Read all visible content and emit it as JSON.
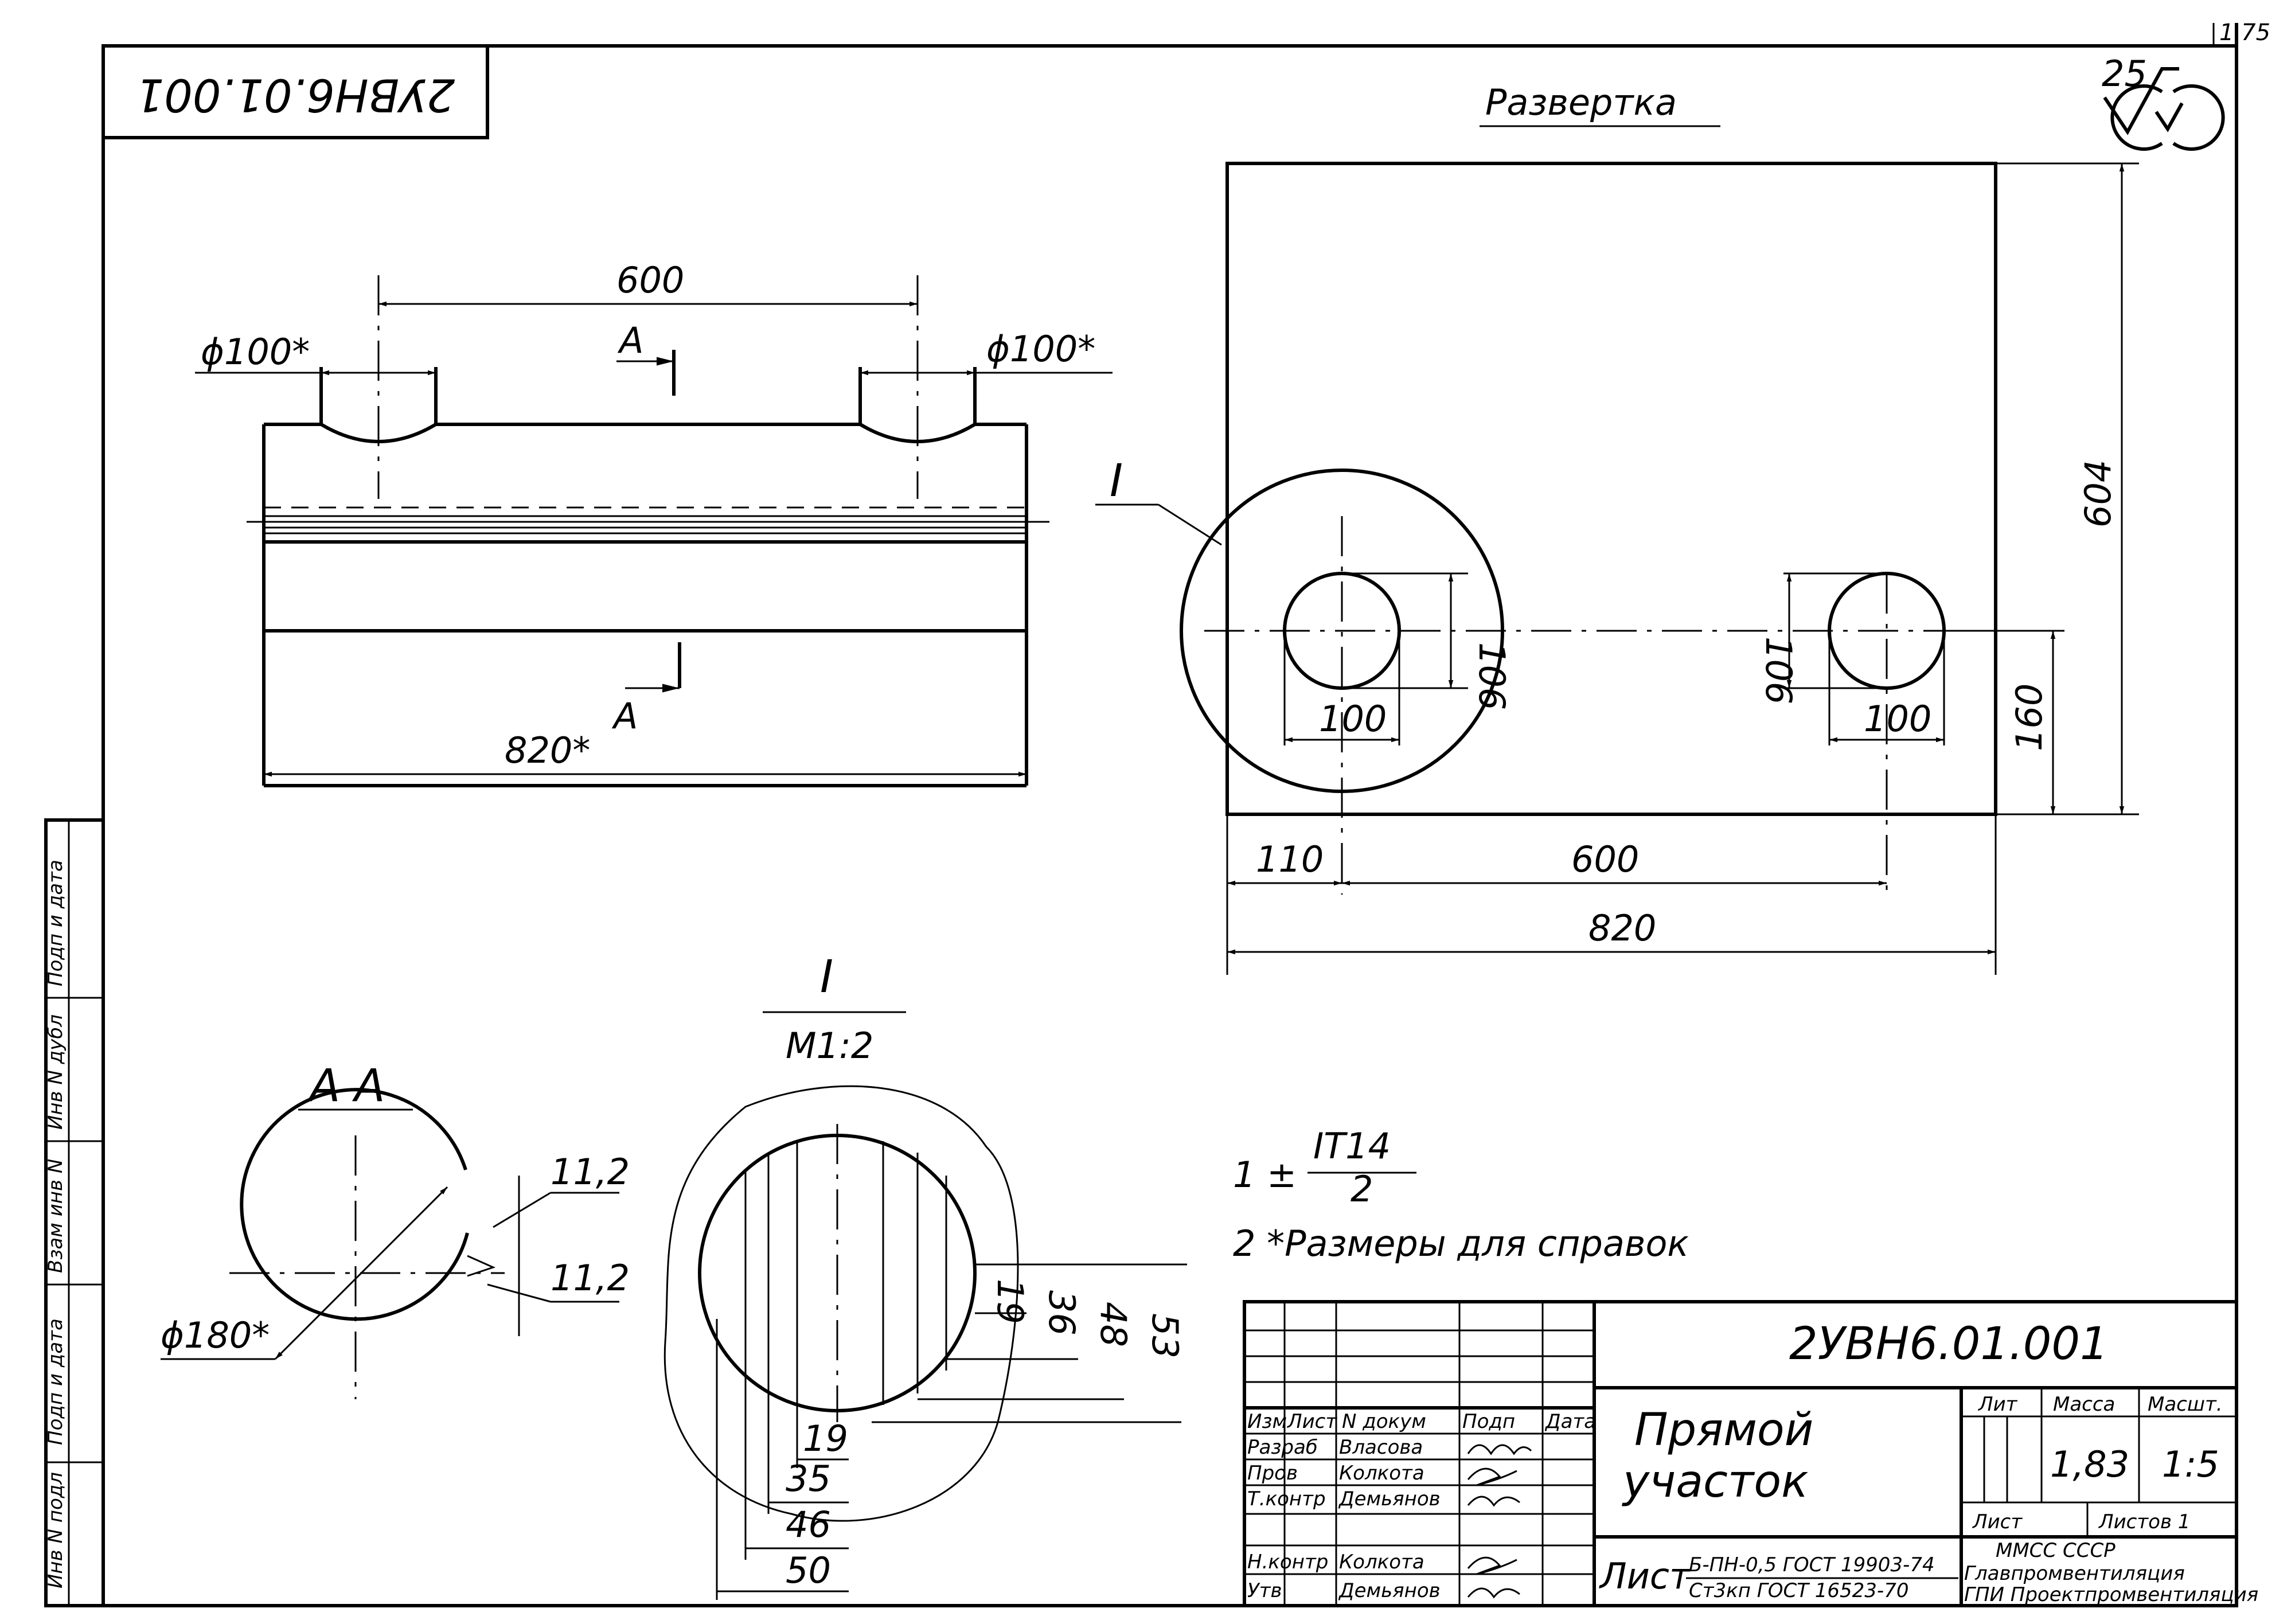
{
  "doc_code": "2УВН6.01.001",
  "doc_code_rotated": "2УВН6.01.001",
  "corner_mark": "1 75",
  "razvertka": {
    "title": "Развертка",
    "dim_height": "604",
    "dim_hole_left": "106",
    "dim_hole_left_w": "100",
    "dim_hole_right": "106",
    "dim_hole_right_w": "100",
    "dim_offset": "160",
    "dim_110": "110",
    "dim_600": "600",
    "dim_820": "820",
    "detail_marker": "I"
  },
  "roughness": {
    "value": "25"
  },
  "front_view": {
    "dim_600": "600",
    "phi_left": "ϕ100*",
    "phi_right": "ϕ100*",
    "section_top": "А",
    "section_bottom": "А",
    "dim_820": "820*"
  },
  "section_aa": {
    "title": "А А",
    "phi": "ϕ180*",
    "dim_top": "11,2",
    "dim_bottom": "11,2"
  },
  "detail_I": {
    "title": "I",
    "scale": "М1:2",
    "dims_right": [
      "19",
      "36",
      "48",
      "53"
    ],
    "dims_bottom": [
      "19",
      "35",
      "46",
      "50"
    ]
  },
  "notes": {
    "note1_prefix": "1  ±",
    "note1_num": "IT14",
    "note1_den": "2",
    "note2": "2 *Размеры для справок"
  },
  "title_block": {
    "designation": "2УВН6.01.001",
    "name_line1": "Прямой",
    "name_line2": "участок",
    "headers": {
      "izm": "Изм",
      "list": "Лист",
      "ndokum": "N докум",
      "podp": "Подп",
      "data": "Дата"
    },
    "rows": [
      {
        "role": "Разраб",
        "name": "Власова"
      },
      {
        "role": "Пров",
        "name": "Колкота"
      },
      {
        "role": "Т.контр",
        "name": "Демьянов"
      },
      {
        "role": "Н.контр",
        "name": "Колкота"
      },
      {
        "role": "Утв",
        "name": "Демьянов"
      }
    ],
    "lit_label": "Лит",
    "mass_label": "Масса",
    "scale_label": "Масшт.",
    "mass": "1,83",
    "scale": "1:5",
    "sheet_label": "Лист",
    "sheets_label": "Листов 1",
    "material_label": "Лист",
    "material_line1": "Б-ПН-0,5 ГОСТ 19903-74",
    "material_line2": "Ст3кп ГОСТ 16523-70",
    "org_line1": "ММСС СССР",
    "org_line2": "Главпромвентиляция",
    "org_line3": "ГПИ Проектпромвентиляция"
  },
  "side_strip": {
    "cells": [
      "Инв N подл",
      "Подп и дата",
      "Взам инв N",
      "Инв N дубл",
      "Подп и дата"
    ]
  }
}
